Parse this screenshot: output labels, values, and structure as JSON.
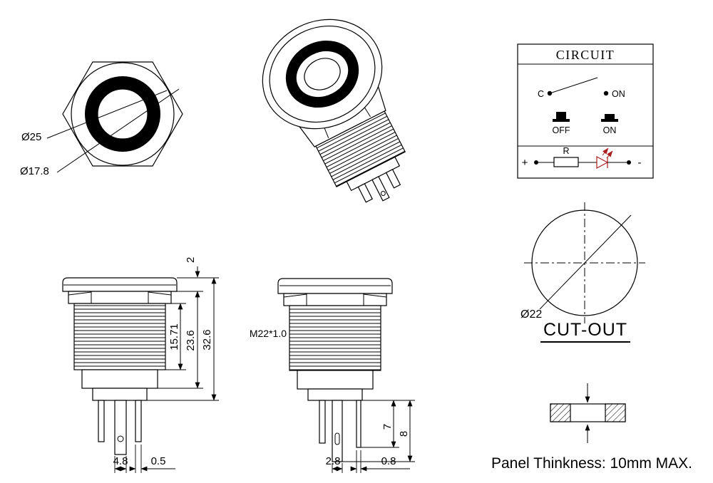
{
  "colors": {
    "line": "#000000",
    "led": "#aa1f1f",
    "background": "#ffffff"
  },
  "front_view": {
    "outer_diameter": "Ø25",
    "inner_diameter": "Ø17.8"
  },
  "circuit": {
    "title": "CIRCUIT",
    "common": "C",
    "on_contact": "ON",
    "off_state": "OFF",
    "on_state": "ON",
    "resistor": "R",
    "positive": "+",
    "negative": "-"
  },
  "side_view_left": {
    "cap_height": "2",
    "thread_length": "15.71",
    "body_length": "23.6",
    "total_length": "32.6",
    "terminal_width": "4.8",
    "terminal_thickness": "0.5"
  },
  "side_view_middle": {
    "thread_spec": "M22*1.0",
    "terminal_width": "2.8",
    "terminal_thickness": "0.8",
    "terminal_length_short": "7",
    "terminal_length_long": "8"
  },
  "cutout_view": {
    "diameter": "Ø22",
    "caption": "CUT-OUT"
  },
  "panel_view": {
    "note": "Panel Thinkness: 10mm MAX."
  }
}
